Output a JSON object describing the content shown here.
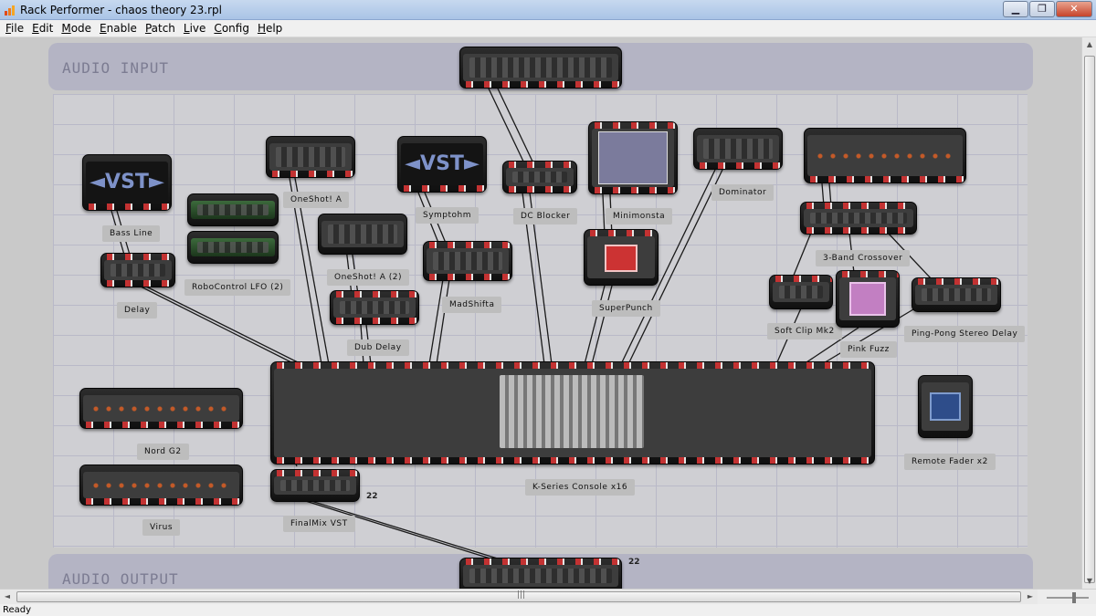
{
  "window": {
    "title": "Rack Performer - chaos theory 23.rpl"
  },
  "menu": [
    "File",
    "Edit",
    "Mode",
    "Enable",
    "Patch",
    "Live",
    "Config",
    "Help"
  ],
  "bands": {
    "input": "AUDIO INPUT",
    "output": "AUDIO OUTPUT"
  },
  "vst_text": "◄VST►",
  "modules": {
    "bass_line": "Bass Line",
    "delay": "Delay",
    "robocontrol": "RoboControl LFO (2)",
    "oneshot_a": "OneShot! A",
    "oneshot_a2": "OneShot! A (2)",
    "dub_delay": "Dub Delay",
    "symptohm": "Symptohm",
    "madshifta": "MadShifta",
    "dc_blocker": "DC Blocker",
    "minimonsta": "Minimonsta",
    "superpunch": "SuperPunch",
    "dominator": "Dominator",
    "crossover": "3-Band Crossover",
    "soft_clip": "Soft Clip Mk2",
    "pink_fuzz": "Pink Fuzz",
    "pingpong": "Ping-Pong Stereo Delay",
    "nord": "Nord G2",
    "virus": "Virus",
    "finalmix": "FinalMix VST",
    "console": "K-Series Console x16",
    "remote_fader": "Remote Fader x2"
  },
  "stereo_tag": "22",
  "status": "Ready"
}
